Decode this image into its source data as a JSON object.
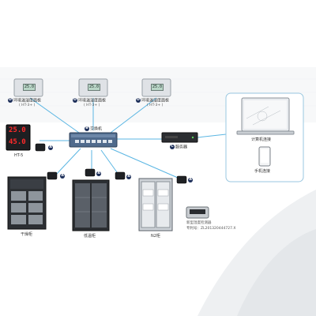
{
  "nodes": {
    "sensor_panel_1": {
      "badge": "D",
      "label": "环境温湿度面板",
      "model": "( HT-3+ )",
      "display": "25.0"
    },
    "sensor_panel_2": {
      "badge": "D",
      "label": "环境温湿度面板",
      "model": "( HT-3+ )",
      "display": "25.0"
    },
    "sensor_panel_3": {
      "badge": "D",
      "label": "环境温湿度面板",
      "model": "( HT-3+ )",
      "display": "25.0"
    },
    "switch": {
      "badge": "B",
      "label": "交换机"
    },
    "server": {
      "badge": "C",
      "label": "服务器"
    },
    "ht5": {
      "label": "HT-5",
      "temp": "25.0",
      "hum": "45.0"
    },
    "computer": {
      "label": "计算机连接"
    },
    "phone": {
      "label": "手机连接"
    },
    "dryer_cabinet": {
      "label": "干燥柜"
    },
    "low_humidity_cabinet": {
      "label": "低温柜"
    },
    "n2_cabinet": {
      "label": "N2柜"
    },
    "patent": {
      "line1": "新型湿度检测器",
      "line2": "专利号：ZL201320444727.X"
    }
  },
  "sensor_badges": [
    "A",
    "A",
    "A",
    "A",
    "A"
  ],
  "colors": {
    "link": "#5bb6e3",
    "badge": "#1d2f5a",
    "cabinet": "#2c2f33"
  }
}
